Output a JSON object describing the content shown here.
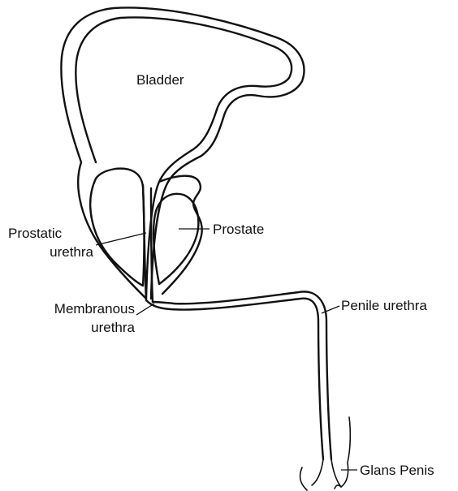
{
  "labels": {
    "bladder": "Bladder",
    "prostate": "Prostate",
    "prostatic_urethra_line1": "Prostatic",
    "prostatic_urethra_line2": "urethra",
    "membranous_urethra_line1": "Membranous",
    "membranous_urethra_line2": "urethra",
    "penile_urethra": "Penile urethra",
    "glans_penis": "Glans Penis"
  },
  "colors": {
    "ink": "#111111",
    "background": "#ffffff"
  }
}
